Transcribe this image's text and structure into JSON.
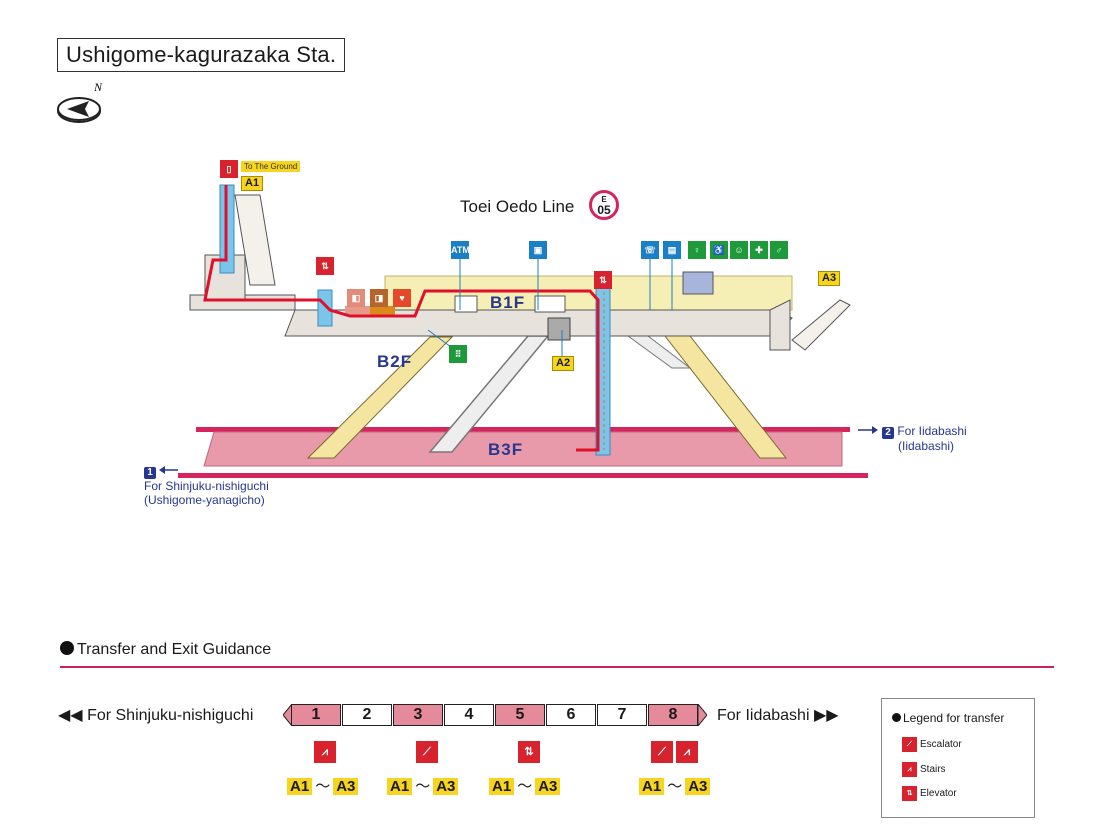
{
  "station": {
    "name": "Ushigome-kagurazaka Sta."
  },
  "compass": {
    "north_label": "N"
  },
  "line": {
    "name": "Toei Oedo Line",
    "code_letter": "E",
    "code_number": "05"
  },
  "floors": {
    "b1": "B1F",
    "b2": "B2F",
    "b3": "B3F"
  },
  "exits": {
    "a1": "A1",
    "a2": "A2",
    "a3": "A3",
    "to_ground": "To The Ground"
  },
  "facilities": {
    "atm": "ATM"
  },
  "directions": {
    "left_num": "1",
    "left_line1": "For Shinjuku-nishiguchi",
    "left_line2": "(Ushigome-yanagicho)",
    "right_num": "2",
    "right_line1": "For Iidabashi",
    "right_line2": "(Iidabashi)"
  },
  "guidance": {
    "title": "Transfer and Exit Guidance",
    "left_dir": "For Shinjuku-nishiguchi",
    "right_dir": "For Iidabashi",
    "cars": [
      {
        "num": "1",
        "hl": true
      },
      {
        "num": "2",
        "hl": false
      },
      {
        "num": "3",
        "hl": true
      },
      {
        "num": "4",
        "hl": false
      },
      {
        "num": "5",
        "hl": true
      },
      {
        "num": "6",
        "hl": false
      },
      {
        "num": "7",
        "hl": false
      },
      {
        "num": "8",
        "hl": true
      }
    ],
    "exit_from": "A1",
    "exit_tilde": "～",
    "exit_to": "A3"
  },
  "legend": {
    "title": "Legend for transfer",
    "escalator": "Escalator",
    "stairs": "Stairs",
    "elevator": "Elevator"
  },
  "colors": {
    "line_magenta": "#d6245e",
    "platform_pink": "#e89aab",
    "concourse_gray": "#e8e2dc",
    "elevator_blue": "#7cc5ea",
    "route_red": "#e0102a",
    "exit_yellow": "#f7d51e",
    "floor_text_blue": "#27378f"
  }
}
